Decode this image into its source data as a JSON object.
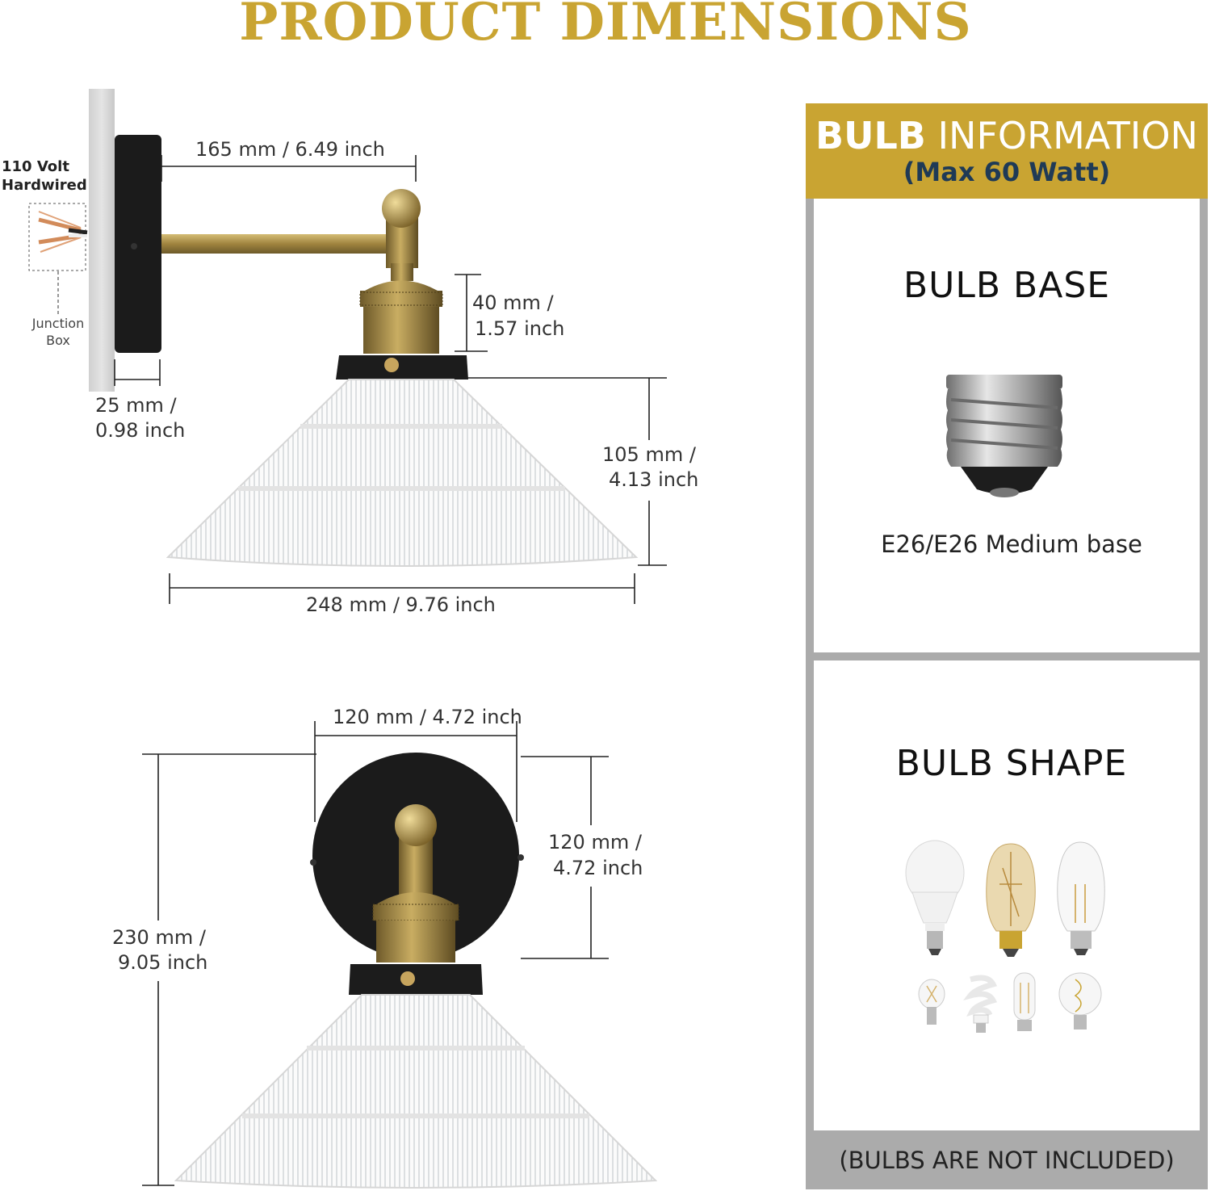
{
  "title": "PRODUCT DIMENSIONS",
  "side_view": {
    "label_volt_line1": "110 Volt",
    "label_volt_line2": "Hardwired",
    "label_junction_line1": "Junction",
    "label_junction_line2": "Box",
    "arm_length": "165 mm / 6.49 inch",
    "socket_height_line1": "40 mm /",
    "socket_height_line2": "1.57 inch",
    "base_depth_line1": "25 mm /",
    "base_depth_line2": "0.98 inch",
    "shade_height_line1": "105 mm /",
    "shade_height_line2": "4.13 inch",
    "shade_width": "248 mm / 9.76 inch"
  },
  "front_view": {
    "backplate_width": "120 mm / 4.72 inch",
    "backplate_height_line1": "120 mm /",
    "backplate_height_line2": "4.72 inch",
    "total_height_line1": "230 mm /",
    "total_height_line2": "9.05 inch"
  },
  "bulb_info": {
    "heading_bold": "BULB",
    "heading_rest": " INFORMATION",
    "subheading": "(Max 60 Watt)",
    "base_title": "BULB BASE",
    "base_label": "E26/E26 Medium base",
    "shape_title": "BULB SHAPE",
    "note": "(BULBS ARE NOT INCLUDED)"
  },
  "colors": {
    "gold": "#c9a432",
    "navy": "#1f3a56",
    "panel_gray": "#ababab"
  }
}
